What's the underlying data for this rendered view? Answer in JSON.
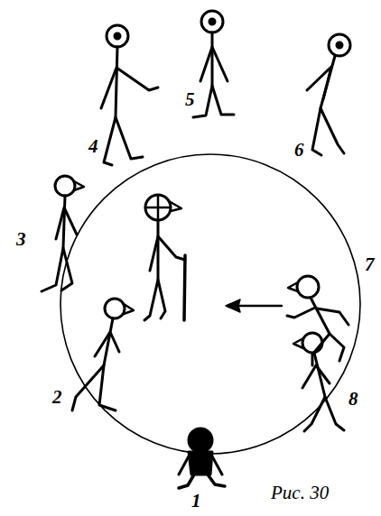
{
  "diagram": {
    "caption": "Рис. 30",
    "labels": [
      "4",
      "5",
      "6",
      "3",
      "7",
      "2",
      "8",
      "1"
    ]
  }
}
